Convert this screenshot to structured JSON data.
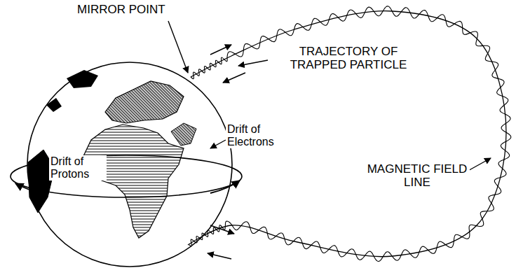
{
  "diagram": {
    "labels": [
      "MIRROR POINT",
      "TRAJECTORY OF TRAPPED PARTICLE",
      "Drift of Electrons",
      "Drift of Protons",
      "MAGNETIC FIELD LINE"
    ]
  }
}
